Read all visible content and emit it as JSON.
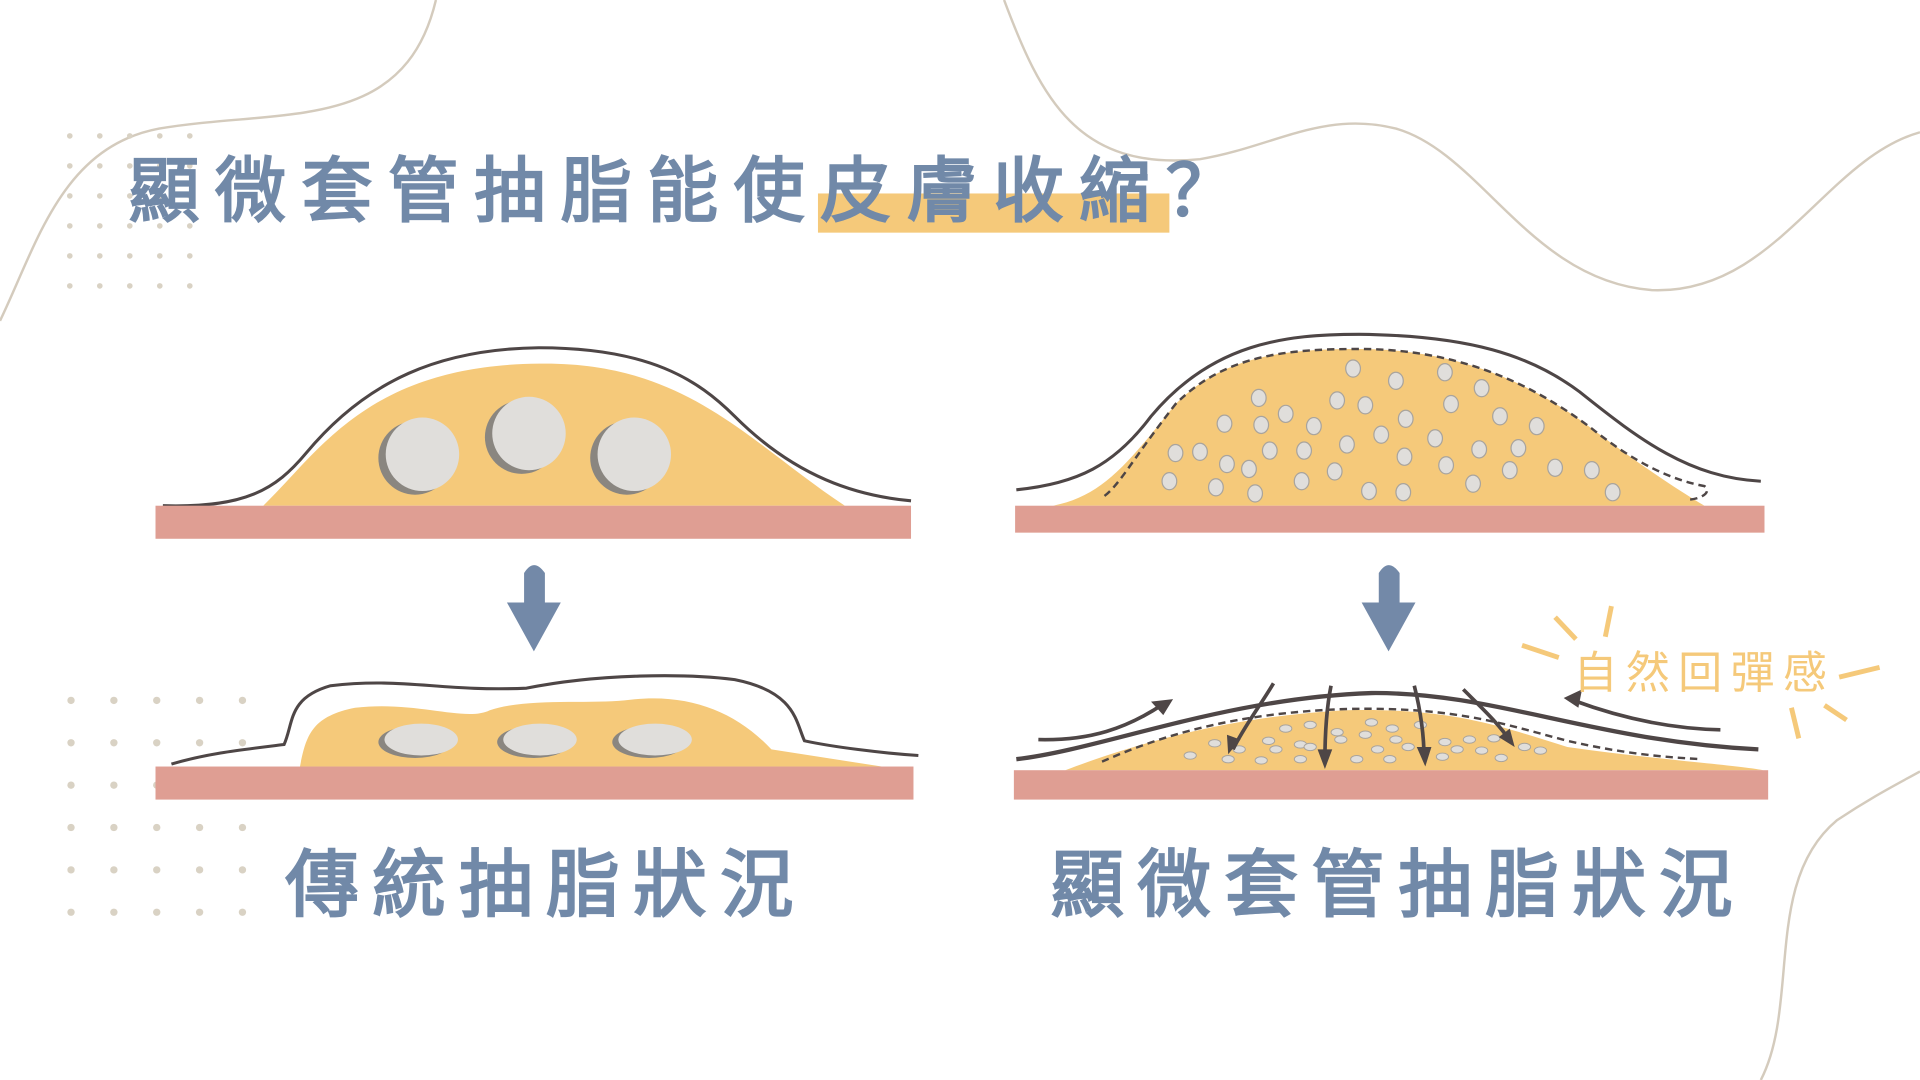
{
  "title": "顯微套管抽脂能使皮膚收縮？",
  "labels": {
    "traditional": "傳統抽脂狀況",
    "microcannula": "顯微套管抽脂狀況",
    "rebound": "自然回彈感"
  },
  "colors": {
    "title": "#7189a8",
    "highlight": "#f5c97a",
    "fat": "#f5c97a",
    "skin_band": "#df9e93",
    "outline": "#4e4646",
    "arrow": "#7389a8",
    "decor": "#d4cbbd"
  }
}
